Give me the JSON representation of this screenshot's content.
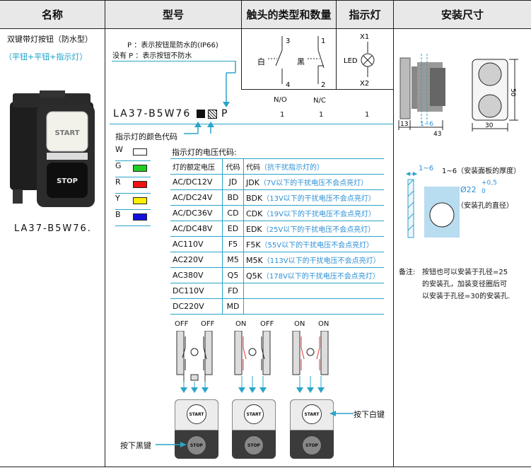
{
  "headers": {
    "name": "名称",
    "model": "型号",
    "contacts": "触头的类型和数量",
    "indicator": "指示灯",
    "mounting": "安装尺寸"
  },
  "name_col": {
    "title": "双键带灯按钮（防水型）",
    "subtitle": "（平钮+平钮+指示灯）",
    "model": "LA37-B5W76.",
    "photo": {
      "start_label": "START",
      "stop_label": "STOP"
    }
  },
  "model_col": {
    "p_line1": "P ：表示按钮是防水的(IP66)",
    "p_line2": "没有 P ：表示按钮不防水",
    "model_code": "LA37-B5W76",
    "model_suffix": "P",
    "color_code_label": "指示灯的颜色代码",
    "colors": [
      {
        "code": "W",
        "color": "#ffffff"
      },
      {
        "code": "G",
        "color": "#22cc22"
      },
      {
        "code": "R",
        "color": "#ee1111"
      },
      {
        "code": "Y",
        "color": "#ffee00"
      },
      {
        "code": "B",
        "color": "#1111dd"
      }
    ],
    "voltage_label": "指示灯的电压代码:",
    "voltage_header": {
      "c1": "灯的额定电压",
      "c2": "代码",
      "c3": "代码",
      "c3_note": "（抗干扰指示灯的）"
    },
    "voltage_rows": [
      {
        "v": "AC/DC12V",
        "code": "JD",
        "code2": "JDK",
        "note": "（7V以下的干扰电压不会点亮灯）"
      },
      {
        "v": "AC/DC24V",
        "code": "BD",
        "code2": "BDK",
        "note": "（13V以下的干扰电压不会点亮灯）"
      },
      {
        "v": "AC/DC36V",
        "code": "CD",
        "code2": "CDK",
        "note": "（19V以下的干扰电压不会点亮灯）"
      },
      {
        "v": "AC/DC48V",
        "code": "ED",
        "code2": "EDK",
        "note": "（25V以下的干扰电压不会点亮灯）"
      },
      {
        "v": "AC110V",
        "code": "F5",
        "code2": "F5K",
        "note": "（55V以下的干扰电压不会点亮灯）"
      },
      {
        "v": "AC220V",
        "code": "M5",
        "code2": "M5K",
        "note": "（113V以下的干扰电压不会点亮灯）"
      },
      {
        "v": "AC380V",
        "code": "Q5",
        "code2": "Q5K",
        "note": "（178V以下的干扰电压不会点亮灯）"
      },
      {
        "v": "DC110V",
        "code": "FD",
        "code2": "",
        "note": ""
      },
      {
        "v": "DC220V",
        "code": "MD",
        "code2": "",
        "note": ""
      }
    ]
  },
  "contacts_col": {
    "white_label": "白",
    "black_label": "黑",
    "pin3": "3",
    "pin4": "4",
    "pin1": "1",
    "pin2": "2",
    "no_label": "N/O",
    "nc_label": "N/C",
    "no_count": "1",
    "nc_count": "1"
  },
  "indicator_col": {
    "x1": "X1",
    "x2": "X2",
    "led": "LED",
    "count": "1"
  },
  "mounting_col": {
    "dim_50": "50",
    "dim_13": "13",
    "dim_1_6": "1~6",
    "dim_43": "43",
    "dim_30": "30",
    "panel_thk": "1~6（安装面板的厚度）",
    "hole_d": "Ø22",
    "hole_tol_up": "+0,5",
    "hole_tol_dn": "0",
    "hole_note": "（安装孔的直径）",
    "remark_label": "备注:",
    "remark_l1": "按钮也可以安装于孔径=25",
    "remark_l2": "的安装孔，加装变径圈后可",
    "remark_l3": "以安装于孔径=30的安装孔."
  },
  "operation": {
    "states": [
      {
        "left": "OFF",
        "right": "OFF"
      },
      {
        "left": "ON",
        "right": "OFF"
      },
      {
        "left": "ON",
        "right": "ON"
      }
    ],
    "start_label": "START",
    "stop_label": "STOP",
    "press_white": "按下白键",
    "press_black": "按下黑键"
  }
}
